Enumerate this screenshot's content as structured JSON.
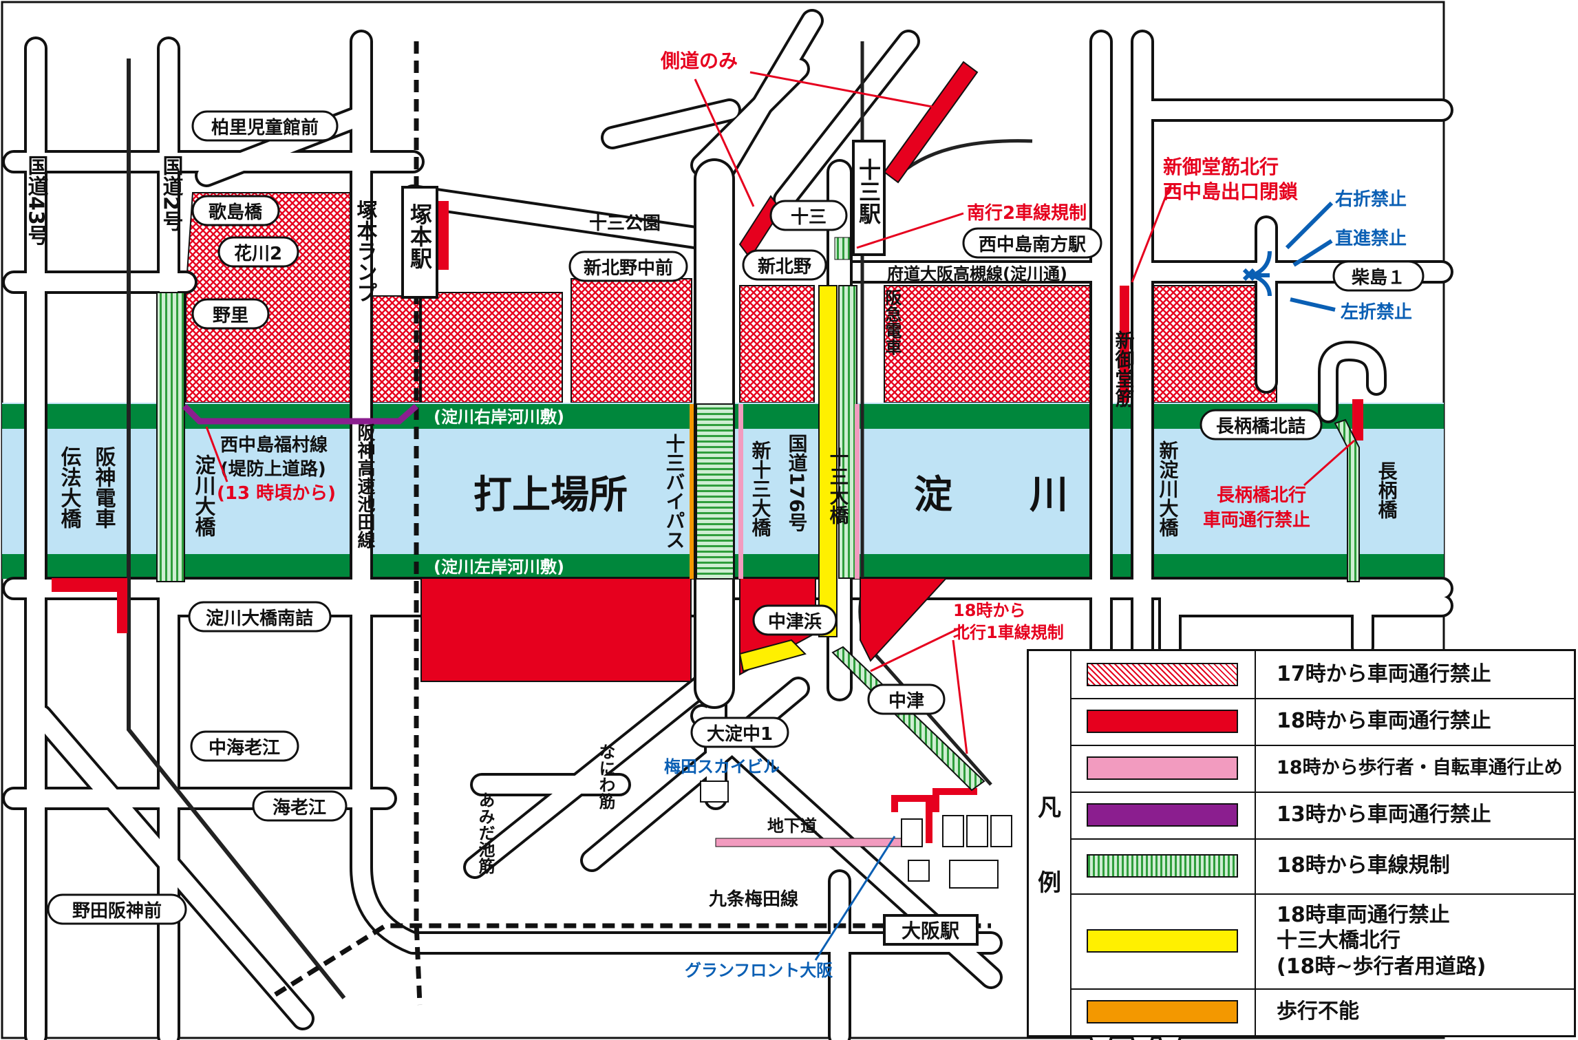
{
  "colors": {
    "river": "#bfe3f5",
    "bank": "#00873c",
    "road_fill": "#ffffff",
    "road_edge": "#111111",
    "closed_17": "#e6001e",
    "closed_18": "#e6001e",
    "pedestrian": "#f29bbf",
    "closed_13": "#8b1e8f",
    "lane_reg": "#2f9e3c",
    "yellow": "#fff000",
    "orange": "#f39800",
    "annotation_red": "#e6001e",
    "annotation_blue": "#0a5fb4"
  },
  "routes": {
    "route43": "国道43号",
    "route2": "国道2号",
    "tsukamoto_ramp": "塚本ランプ",
    "hanshin_ikeda": "阪神高速池田線",
    "hankyu": "阪急電車",
    "shin_midosuji": "新御堂筋",
    "fudo_osaka_takatsuki": "府道大阪高槻線(淀川通)",
    "kujo_umeda": "九条梅田線",
    "naniwasuji": "なにわ筋",
    "amidaike": "あみだ池筋",
    "chikado": "地下道"
  },
  "bridges": {
    "denpo": "伝法大橋",
    "hanshin_densha": "阪神電車",
    "yodogawa_ohashi": "淀川大橋",
    "juso_bypass": "十三バイパス",
    "shin_juso": "新十三大橋",
    "route176": "国道176号",
    "juso_ohashi": "十三大橋",
    "shin_yodogawa": "新淀川大橋",
    "nagarabashi": "長柄橋"
  },
  "places": {
    "kashiwazato": "柏里児童館前",
    "utajima": "歌島橋",
    "hanakawa2": "花川2",
    "nozato": "野里",
    "tsukamoto_eki": "塚本駅",
    "juso_koen": "十三公園",
    "shinkitano_naka": "新北野中前",
    "juso_circle": "十三",
    "shinkitano": "新北野",
    "juso_eki": "十三駅",
    "nishinakajima_minami": "西中島南方駅",
    "shibajima": "柴島１",
    "nagarabashi_kitazume": "長柄橋北詰",
    "yodogawa_ohashi_minami": "淀川大橋南詰",
    "nakatsuhama": "中津浜",
    "nakatsu": "中津",
    "oyodo_naka": "大淀中1",
    "umeda_sky": "梅田スカイビル",
    "naka_ebie": "中海老江",
    "ebie": "海老江",
    "noda_hanshin": "野田阪神前",
    "osaka_eki": "大阪駅",
    "grand_front": "グランフロント大阪"
  },
  "river": {
    "yodogawa": "淀　　川",
    "uchiage": "打上場所",
    "right_bank": "(淀川右岸河川敷)",
    "left_bank": "(淀川左岸河川敷)"
  },
  "annotations": {
    "sokudo_nomi": "側道のみ",
    "minami_2lane": "南行2車線規制",
    "shinmido_line1": "新御堂筋北行",
    "shinmido_line2": "西中島出口閉鎖",
    "right_turn": "右折禁止",
    "straight": "直進禁止",
    "left_turn": "左折禁止",
    "nishinakajima_line1": "西中島福村線",
    "nishinakajima_line2": "(堤防上道路)",
    "nishinakajima_line3": "(13 時頃から)",
    "nagara_line1": "長柄橋北行",
    "nagara_line2": "車両通行禁止",
    "north1_line1": "18時から",
    "north1_line2": "北行1車線規制"
  },
  "legend": {
    "title_1": "凡",
    "title_2": "例",
    "items": [
      {
        "label": "17時から車両通行禁止",
        "swatch": "hatch"
      },
      {
        "label": "18時から車両通行禁止",
        "swatch": "#e6001e"
      },
      {
        "label": "18時から歩行者・自転車通行止め",
        "swatch": "#f29bbf"
      },
      {
        "label": "13時から車両通行禁止",
        "swatch": "#8b1e8f"
      },
      {
        "label": "18時から車線規制",
        "swatch": "stripes"
      },
      {
        "label": "18時車両通行禁止\n十三大橋北行\n(18時~歩行者用道路)",
        "swatch": "#fff000"
      },
      {
        "label": "歩行不能",
        "swatch": "#f39800"
      }
    ]
  }
}
